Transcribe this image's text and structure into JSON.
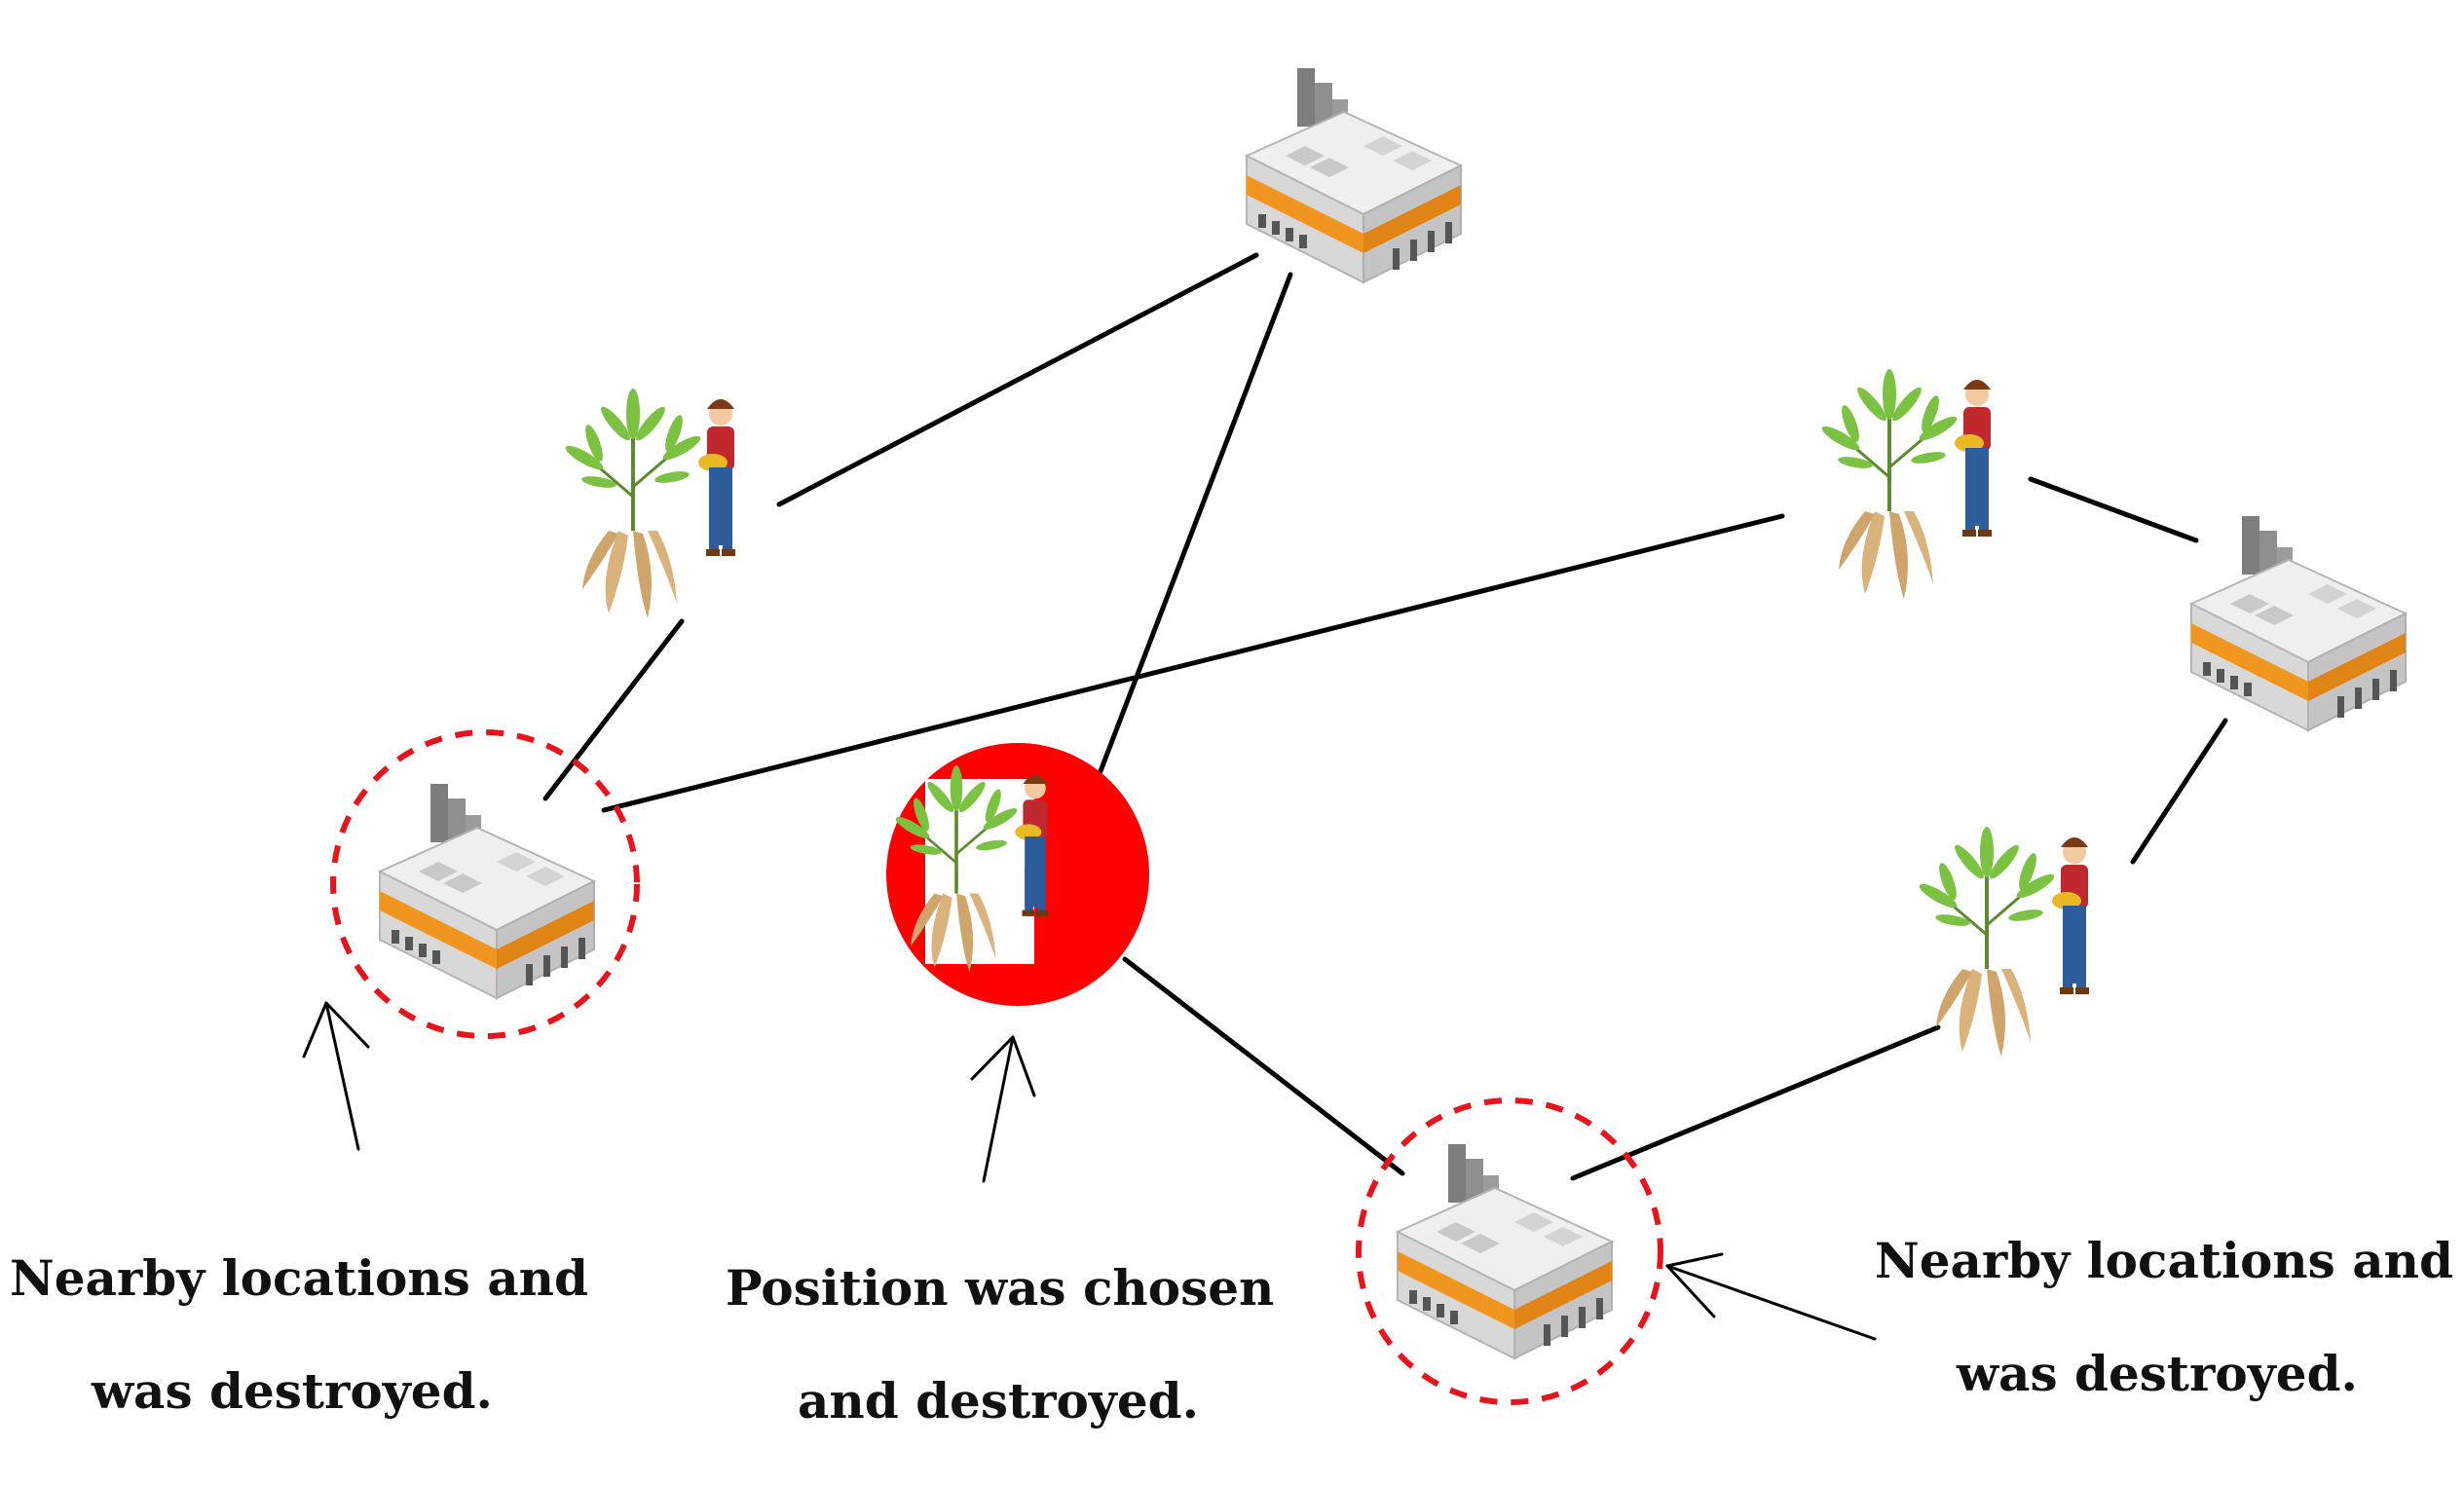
{
  "captions": {
    "left": {
      "line1": "Nearby locations and",
      "line2": "was destroyed."
    },
    "center": {
      "line1": "Position was chosen",
      "line2": "and destroyed."
    },
    "right": {
      "line1": "Nearby locations and",
      "line2": "was destroyed."
    }
  },
  "colors": {
    "edge": "#000000",
    "chosen_fill": "#ff0000",
    "nearby_ring": "#e8141b",
    "factory_stripe": "#f0961e",
    "factory_body": "#e6e6e6",
    "chimney": "#8a8a8a",
    "leaf": "#7cc242",
    "root": "#d9b27c",
    "farmer_shirt": "#c0282d",
    "farmer_pants": "#2c5c9a"
  },
  "icons": {
    "factory": "factory-icon",
    "farmer": "cassava-farmer-icon"
  }
}
